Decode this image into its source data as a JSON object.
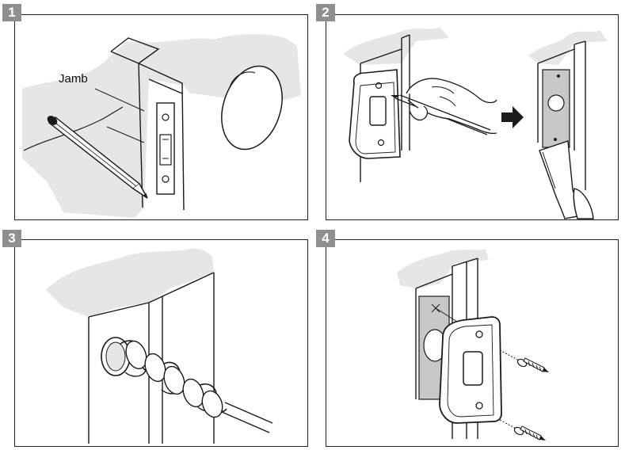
{
  "steps": [
    {
      "number": "1",
      "labels": {
        "jamb": "Jamb"
      }
    },
    {
      "number": "2"
    },
    {
      "number": "3"
    },
    {
      "number": "4"
    }
  ],
  "colors": {
    "badge": "#8f8f8f",
    "cloud": "#e6e6e6",
    "line": "#1a1a1a",
    "metal": "#c8c8c8"
  }
}
